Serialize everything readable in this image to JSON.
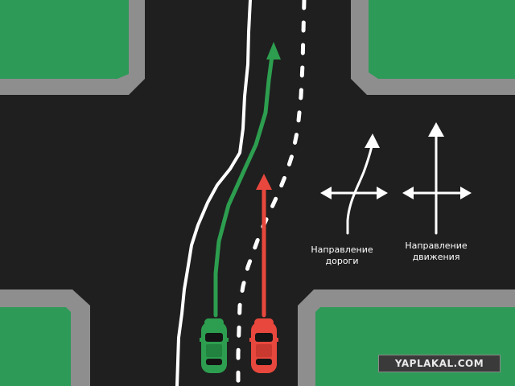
{
  "scene": {
    "colors": {
      "asphalt": "#1f1f1f",
      "curb": "#8e8e8e",
      "grass": "#2e9a58",
      "green_car": "#2d9e4f",
      "red_car": "#e8473d",
      "marking": "#ffffff"
    }
  },
  "signs": {
    "road_direction": {
      "label": "Направление\nдороги"
    },
    "movement_direction": {
      "label": "Направление\nдвижения"
    }
  },
  "watermark": {
    "text": "YAPLAKAL.COM"
  }
}
